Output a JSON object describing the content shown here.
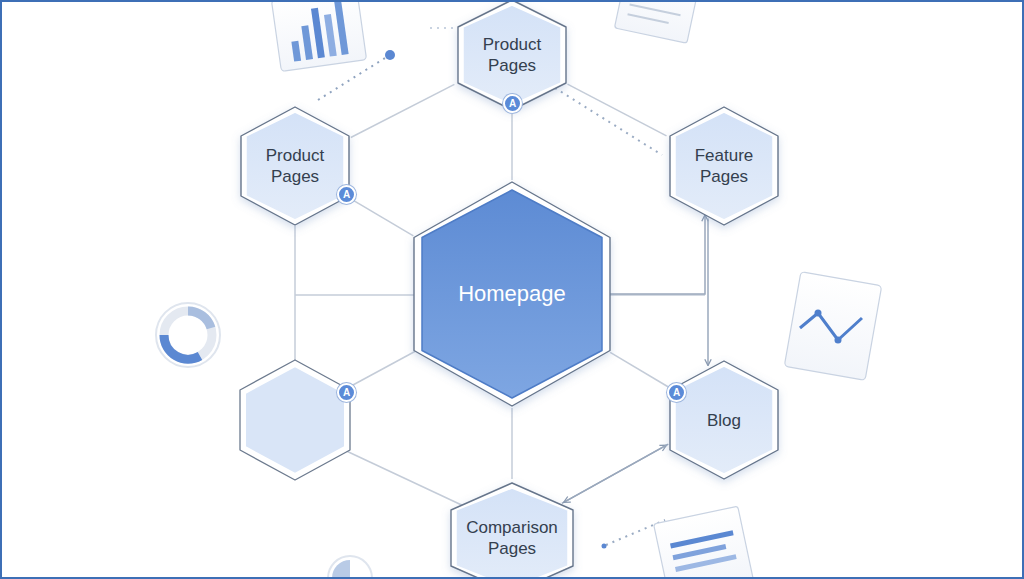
{
  "diagram": {
    "nodes": [
      {
        "text": [
          "Product Pages"
        ]
      },
      {
        "text": [
          "Product Pages"
        ]
      },
      {
        "text": [
          "Feature Pages"
        ]
      },
      {
        "text": [
          "Homepage"
        ]
      },
      {
        "text": [
          "Blog"
        ]
      },
      {
        "text": [
          "Comparison Pages"
        ]
      }
    ],
    "edges": [
      {
        "from": 3,
        "to": 0,
        "arrow": "none"
      },
      {
        "from": 3,
        "to": 1,
        "arrow": "none"
      },
      {
        "from": 3,
        "to": 2,
        "arrow": "to"
      },
      {
        "from": 3,
        "to": 4,
        "arrow": "none"
      },
      {
        "from": 3,
        "to": 5,
        "arrow": "none"
      },
      {
        "from": 2,
        "to": 4,
        "arrow": "to"
      },
      {
        "from": 5,
        "to": 4,
        "arrow": "to"
      },
      {
        "from": 4,
        "to": 5,
        "arrow": "to"
      },
      {
        "from": 1,
        "to": 0,
        "arrow": "none"
      },
      {
        "from": 0,
        "to": 2,
        "arrow": "none"
      }
    ],
    "labels": [
      "A",
      "A",
      "A",
      "A"
    ]
  }
}
